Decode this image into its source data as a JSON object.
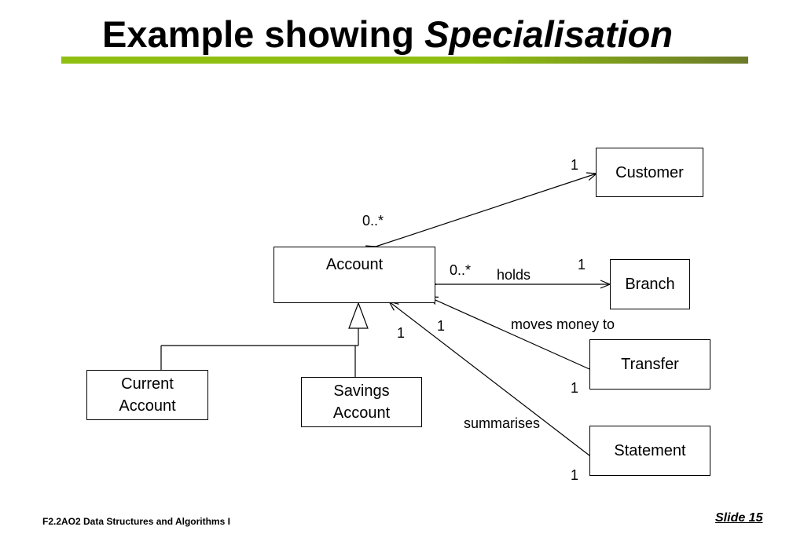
{
  "title": {
    "plain": "Example showing",
    "italic": "Specialisation"
  },
  "classes": {
    "customer": "Customer",
    "account": "Account",
    "branch": "Branch",
    "transfer": "Transfer",
    "statement": "Statement",
    "current_account": "Current Account",
    "savings_account": "Savings Account"
  },
  "labels": {
    "customer_mult_customer_end": "1",
    "customer_mult_account_end": "0..*",
    "holds_mult_account_end": "0..*",
    "holds_name": "holds",
    "holds_mult_branch_end": "1",
    "transfer_name": "moves money to",
    "transfer_mult_account_end": "1",
    "transfer_mult_transfer_end": "1",
    "statement_name": "summarises",
    "statement_mult_account_end": "1",
    "statement_mult_statement_end": "1"
  },
  "footer": {
    "course": "F2.2AO2 Data Structures and Algorithms I",
    "slide": "Slide 15"
  }
}
